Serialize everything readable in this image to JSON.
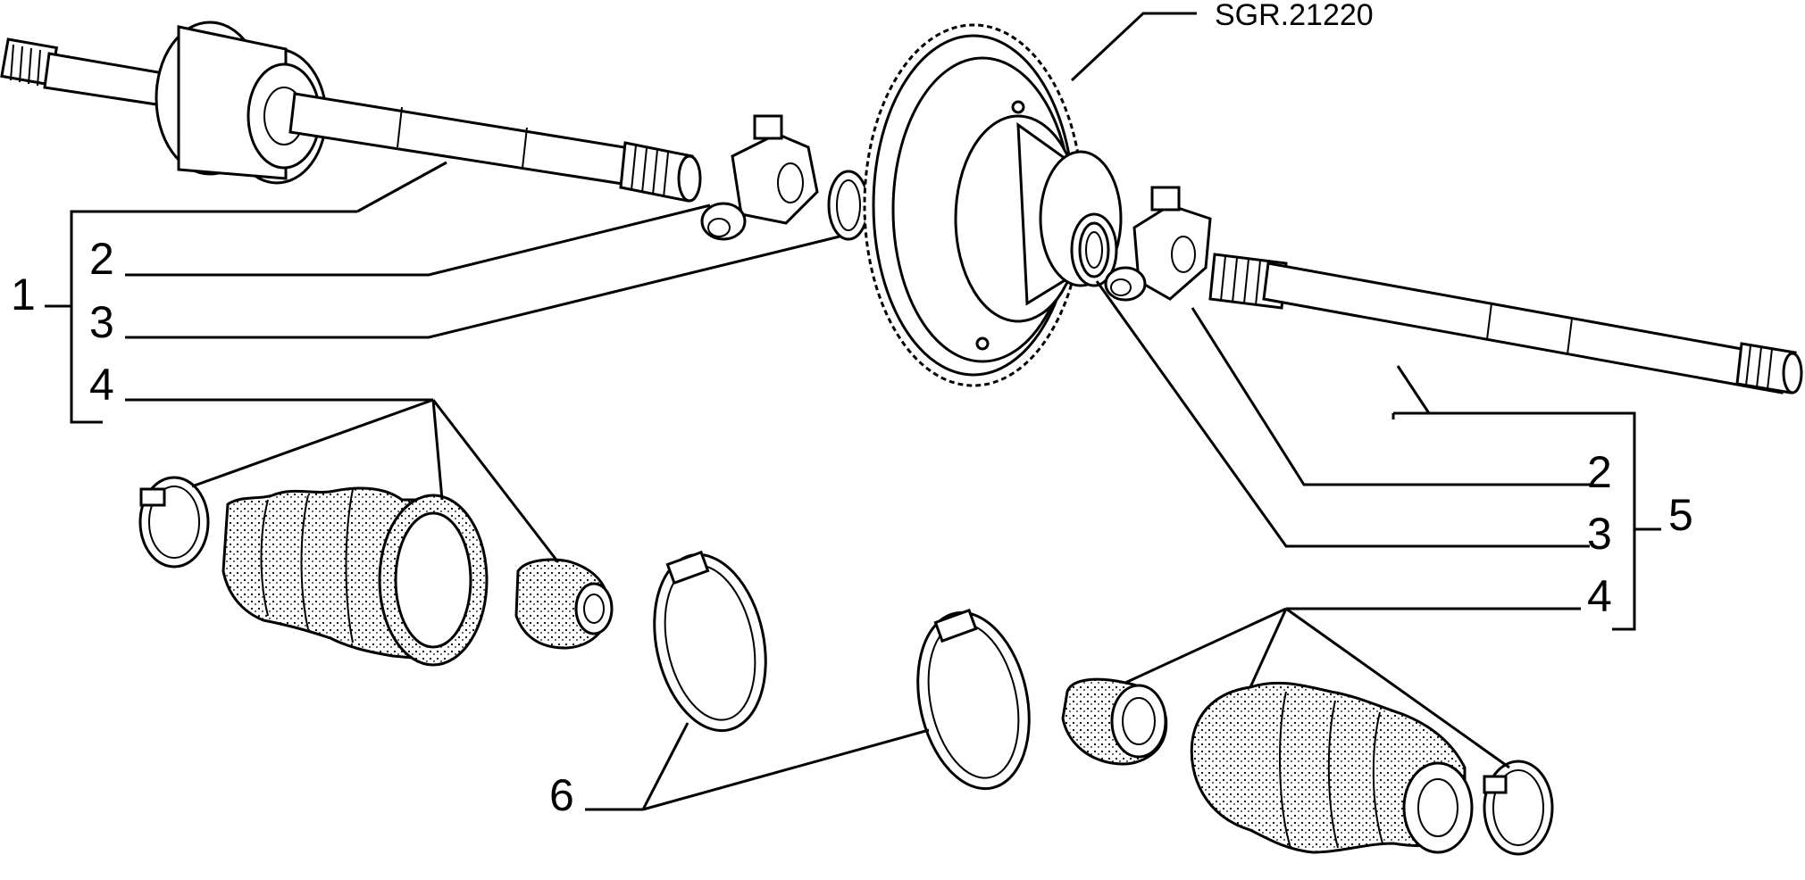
{
  "diagram": {
    "reference": "SGR.21220",
    "left_group": {
      "assembly": "1",
      "items": [
        "2",
        "3",
        "4"
      ]
    },
    "right_group": {
      "assembly": "5",
      "items": [
        "2",
        "3",
        "4"
      ]
    },
    "clamp_label": "6"
  }
}
